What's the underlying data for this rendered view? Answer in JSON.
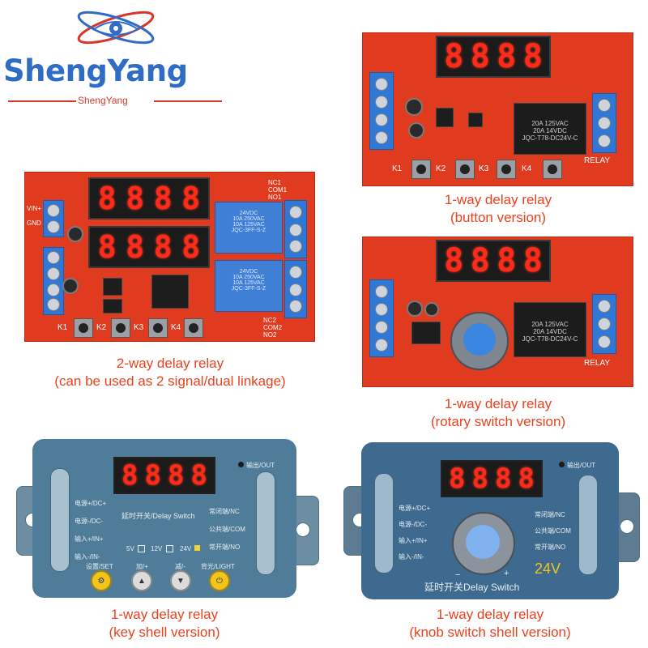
{
  "brand": {
    "name": "ShengYang",
    "sub": "ShengYang"
  },
  "display": {
    "digit": "8"
  },
  "products": [
    {
      "caption_line1": "1-way delay relay",
      "caption_line2": "(button version)"
    },
    {
      "caption_line1": "2-way delay relay",
      "caption_line2": "(can be used as 2 signal/dual linkage)"
    },
    {
      "caption_line1": "1-way delay relay",
      "caption_line2": "(rotary switch version)"
    },
    {
      "caption_line1": "1-way delay relay",
      "caption_line2": "(key shell version)"
    },
    {
      "caption_line1": "1-way delay relay",
      "caption_line2": "(knob switch shell version)"
    }
  ],
  "board": {
    "keys": [
      "K1",
      "K2",
      "K3",
      "K4"
    ],
    "relay_text": "RELAY",
    "relay_rating_1": "20A 125VAC",
    "relay_rating_2": "20A 14VDC",
    "relay_model_1": "JQC-T78-DC24V-C",
    "blue_relay_1": "24VDC",
    "blue_relay_2": "10A 250VAC",
    "blue_relay_3": "10A 125VAC",
    "blue_relay_model": "JQC-3FF-S-Z",
    "pins_left": [
      "VIN+",
      "GND"
    ],
    "pins_right": [
      "NC1",
      "COM1",
      "NO1"
    ],
    "pins_right2": [
      "NC2",
      "COM2",
      "NO2"
    ]
  },
  "key_shell": {
    "out_label": "输出/OUT",
    "left_labels": [
      "电源+/DC+",
      "电源-/DC-",
      "输入+/IN+",
      "输入-/IN-"
    ],
    "center_label": "延时开关/Delay Switch",
    "right_labels": [
      "常闭端/NC",
      "公共端/COM",
      "常开端/NO"
    ],
    "voltages": [
      "5V",
      "12V",
      "24V"
    ],
    "buttons": [
      "设置/SET",
      "加/+",
      "减/-",
      "背光/LIGHT"
    ]
  },
  "knob_shell": {
    "out_label": "输出/OUT",
    "left_labels": [
      "电源+/DC+",
      "电源-/DC-",
      "输入+/IN+",
      "输入-/IN-"
    ],
    "right_labels": [
      "常闭端/NC",
      "公共端/COM",
      "常开端/NO"
    ],
    "voltage": "24V",
    "bottom_label": "延时开关Delay Switch"
  }
}
